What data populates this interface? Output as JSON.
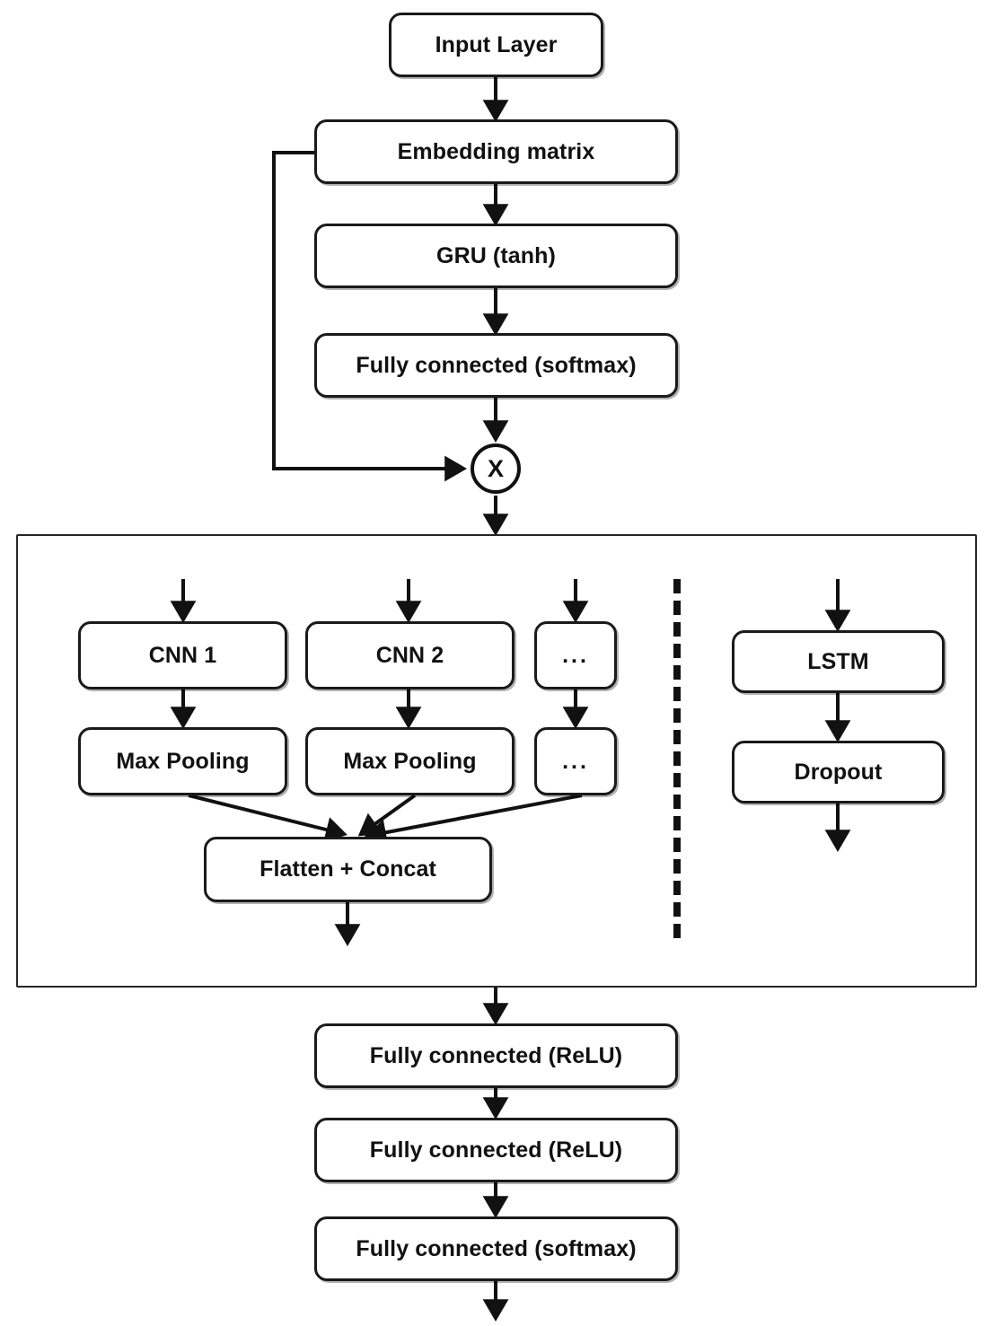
{
  "diagram": {
    "title": "Neural network architecture flowchart",
    "colors": {
      "stroke": "#111111",
      "background": "#ffffff",
      "group_border": "#262626"
    },
    "nodes": {
      "input_layer": "Input Layer",
      "embedding_matrix": "Embedding matrix",
      "gru": "GRU (tanh)",
      "fc_softmax_top": "Fully connected (softmax)",
      "multiply": "X",
      "cnn_1": "CNN 1",
      "cnn_2": "CNN 2",
      "cnn_more": "...",
      "max_pooling_1": "Max Pooling",
      "max_pooling_2": "Max Pooling",
      "max_pooling_more": "...",
      "flatten_concat": "Flatten + Concat",
      "lstm": "LSTM",
      "dropout": "Dropout",
      "fc_relu_1": "Fully connected (ReLU)",
      "fc_relu_2": "Fully connected (ReLU)",
      "fc_softmax_bottom": "Fully connected (softmax)"
    },
    "edges": [
      {
        "from": "input_layer",
        "to": "embedding_matrix",
        "kind": "arrow"
      },
      {
        "from": "embedding_matrix",
        "to": "gru",
        "kind": "arrow"
      },
      {
        "from": "gru",
        "to": "fc_softmax_top",
        "kind": "arrow"
      },
      {
        "from": "fc_softmax_top",
        "to": "multiply",
        "kind": "arrow"
      },
      {
        "from": "embedding_matrix",
        "to": "multiply",
        "kind": "skip-connection"
      },
      {
        "from": "multiply",
        "to": "branch_group",
        "kind": "arrow"
      },
      {
        "from": "branch_group_input",
        "to": "cnn_1",
        "kind": "arrow"
      },
      {
        "from": "branch_group_input",
        "to": "cnn_2",
        "kind": "arrow"
      },
      {
        "from": "branch_group_input",
        "to": "cnn_more",
        "kind": "arrow"
      },
      {
        "from": "branch_group_input",
        "to": "lstm",
        "kind": "arrow"
      },
      {
        "from": "cnn_1",
        "to": "max_pooling_1",
        "kind": "arrow"
      },
      {
        "from": "cnn_2",
        "to": "max_pooling_2",
        "kind": "arrow"
      },
      {
        "from": "cnn_more",
        "to": "max_pooling_more",
        "kind": "arrow"
      },
      {
        "from": "max_pooling_1",
        "to": "flatten_concat",
        "kind": "arrow"
      },
      {
        "from": "max_pooling_2",
        "to": "flatten_concat",
        "kind": "arrow"
      },
      {
        "from": "max_pooling_more",
        "to": "flatten_concat",
        "kind": "arrow"
      },
      {
        "from": "flatten_concat",
        "to": "group_output",
        "kind": "arrow"
      },
      {
        "from": "lstm",
        "to": "dropout",
        "kind": "arrow"
      },
      {
        "from": "dropout",
        "to": "group_output",
        "kind": "arrow"
      },
      {
        "from": "branch_group",
        "to": "fc_relu_1",
        "kind": "arrow"
      },
      {
        "from": "fc_relu_1",
        "to": "fc_relu_2",
        "kind": "arrow"
      },
      {
        "from": "fc_relu_2",
        "to": "fc_softmax_bottom",
        "kind": "arrow"
      },
      {
        "from": "fc_softmax_bottom",
        "to": "output",
        "kind": "arrow"
      }
    ],
    "separator": {
      "style": "dashed-vertical",
      "meaning": "alternative parallel branches"
    }
  }
}
